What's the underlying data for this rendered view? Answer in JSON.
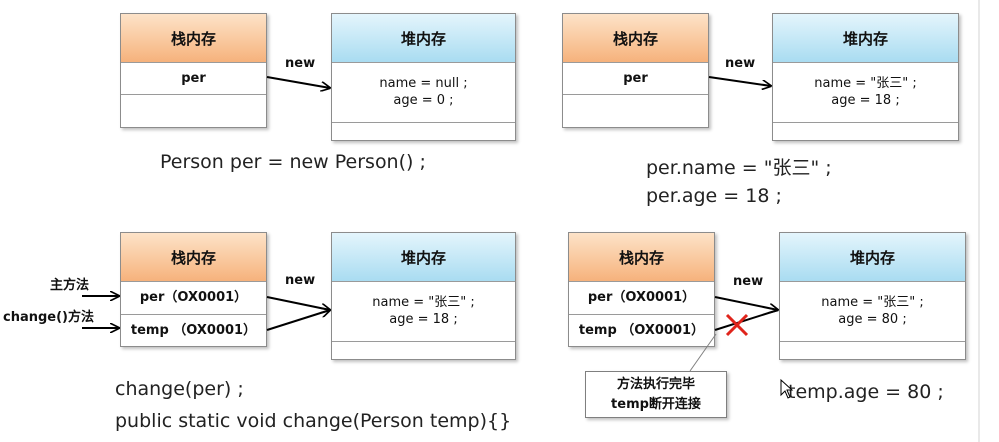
{
  "labels": {
    "stack": "栈内存",
    "heap": "堆内存",
    "new": "new"
  },
  "q1": {
    "stack_row": "per",
    "heap_lines": [
      "name = null ;",
      "age = 0 ;"
    ],
    "code": [
      "Person per = new Person() ;"
    ]
  },
  "q2": {
    "stack_row": "per",
    "heap_lines": [
      "name = \"张三\" ;",
      "age = 18 ;"
    ],
    "code": [
      "per.name = \"张三\" ;",
      "per.age = 18 ;"
    ]
  },
  "q3": {
    "stack_rows": [
      "per（OX0001）",
      "temp （OX0001）"
    ],
    "heap_lines": [
      "name = \"张三\" ;",
      "age = 18 ;"
    ],
    "side_labels": [
      "主方法",
      "change()方法"
    ],
    "code": [
      "change(per) ;",
      "public static void change(Person temp){}"
    ]
  },
  "q4": {
    "stack_rows": [
      "per（OX0001）",
      "temp （OX0001）"
    ],
    "heap_lines": [
      "name = \"张三\" ;",
      "age = 80 ;"
    ],
    "callout": [
      "方法执行完毕",
      "temp断开连接"
    ],
    "code": [
      "temp.age = 80 ;"
    ]
  },
  "colors": {
    "stack_header": "#f6b27c",
    "heap_header": "#a9dcf1",
    "cross": "#e0241b"
  }
}
